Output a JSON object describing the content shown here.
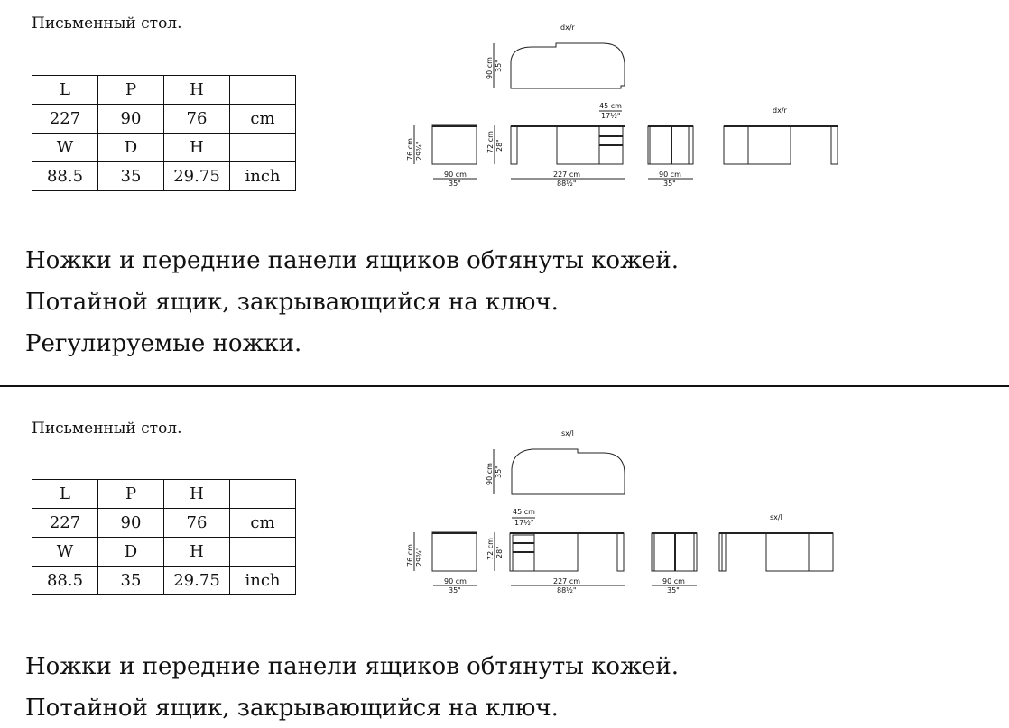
{
  "sections": [
    {
      "title": "Письменный стол.",
      "table": [
        [
          "L",
          "P",
          "H",
          ""
        ],
        [
          "227",
          "90",
          "76",
          "cm"
        ],
        [
          "W",
          "D",
          "H",
          ""
        ],
        [
          "88.5",
          "35",
          "29.75",
          "inch"
        ]
      ],
      "diagram": {
        "top_label": "dx/r",
        "back_label": "dx/r",
        "depth_cm": "90 cm",
        "depth_in": "35\"",
        "drawer_cm": "45 cm",
        "drawer_in": "17½\"",
        "height_cm": "76 cm",
        "height_in": "29¾\"",
        "inner_cm": "72 cm",
        "inner_in": "28\"",
        "side_cm": "90 cm",
        "side_in": "35\"",
        "width_cm": "227 cm",
        "width_in": "88½\"",
        "side2_cm": "90 cm",
        "side2_in": "35\""
      },
      "lines": [
        "Ножки и передние панели ящиков обтянуты кожей.",
        "Потайной ящик, закрывающийся на ключ.",
        "Регулируемые ножки."
      ]
    },
    {
      "title": "Письменный стол.",
      "table": [
        [
          "L",
          "P",
          "H",
          ""
        ],
        [
          "227",
          "90",
          "76",
          "cm"
        ],
        [
          "W",
          "D",
          "H",
          ""
        ],
        [
          "88.5",
          "35",
          "29.75",
          "inch"
        ]
      ],
      "diagram": {
        "top_label": "sx/l",
        "back_label": "sx/l",
        "depth_cm": "90 cm",
        "depth_in": "35\"",
        "drawer_cm": "45 cm",
        "drawer_in": "17½\"",
        "height_cm": "76 cm",
        "height_in": "29¾\"",
        "inner_cm": "72 cm",
        "inner_in": "28\"",
        "side_cm": "90 cm",
        "side_in": "35\"",
        "width_cm": "227 cm",
        "width_in": "88½\"",
        "side2_cm": "90 cm",
        "side2_in": "35\""
      },
      "lines": [
        "Ножки и передние панели ящиков обтянуты кожей.",
        "Потайной ящик, закрывающийся на ключ."
      ]
    }
  ]
}
